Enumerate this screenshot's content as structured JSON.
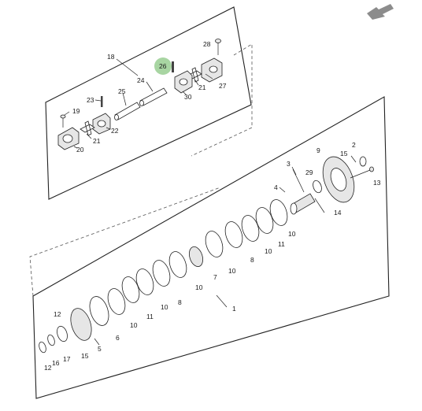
{
  "navigation": {
    "arrow_icon": "back-arrow-icon",
    "arrow_color": "#8c8c8c"
  },
  "highlight": {
    "label": "26",
    "color": "#a8d5a2"
  },
  "callouts": {
    "c18": "18",
    "c28": "28",
    "c24": "24",
    "c21a": "21",
    "c27": "27",
    "c25": "25",
    "c30": "30",
    "c23": "23",
    "c19": "19",
    "c22": "22",
    "c21b": "21",
    "c20": "20",
    "c3": "3",
    "c29": "29",
    "c9": "9",
    "c15a": "15",
    "c2": "2",
    "c13": "13",
    "c4": "4",
    "c14": "14",
    "c10a": "10",
    "c11a": "11",
    "c10b": "10",
    "c8a": "8",
    "c10c": "10",
    "c7": "7",
    "c10d": "10",
    "c1": "1",
    "c8b": "8",
    "c10e": "10",
    "c11b": "11",
    "c10f": "10",
    "c6": "6",
    "c12a": "12",
    "c5": "5",
    "c16": "16",
    "c17": "17",
    "c15b": "15",
    "c12b": "12"
  }
}
